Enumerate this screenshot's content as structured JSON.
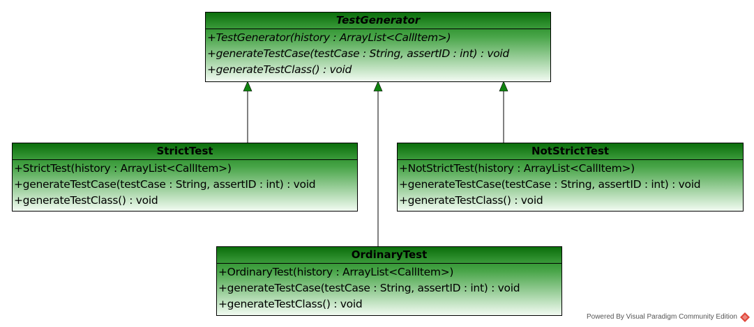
{
  "classes": {
    "test_generator": {
      "name": "TestGenerator",
      "operations": [
        "+TestGenerator(history : ArrayList<CallItem>)",
        "+generateTestCase(testCase : String, assertID : int) : void",
        "+generateTestClass() : void"
      ]
    },
    "strict_test": {
      "name": "StrictTest",
      "operations": [
        "+StrictTest(history : ArrayList<CallItem>)",
        "+generateTestCase(testCase : String, assertID : int) : void",
        "+generateTestClass() : void"
      ]
    },
    "not_strict_test": {
      "name": "NotStrictTest",
      "operations": [
        "+NotStrictTest(history : ArrayList<CallItem>)",
        "+generateTestCase(testCase : String, assertID : int) : void",
        "+generateTestClass() : void"
      ]
    },
    "ordinary_test": {
      "name": "OrdinaryTest",
      "operations": [
        "+OrdinaryTest(history : ArrayList<CallItem>)",
        "+generateTestCase(testCase : String, assertID : int) : void",
        "+generateTestClass() : void"
      ]
    }
  },
  "watermark": {
    "text": "Powered By  Visual Paradigm Community Edition",
    "icon": "visual-paradigm-logo-icon",
    "icon_color": "#e0463a"
  }
}
